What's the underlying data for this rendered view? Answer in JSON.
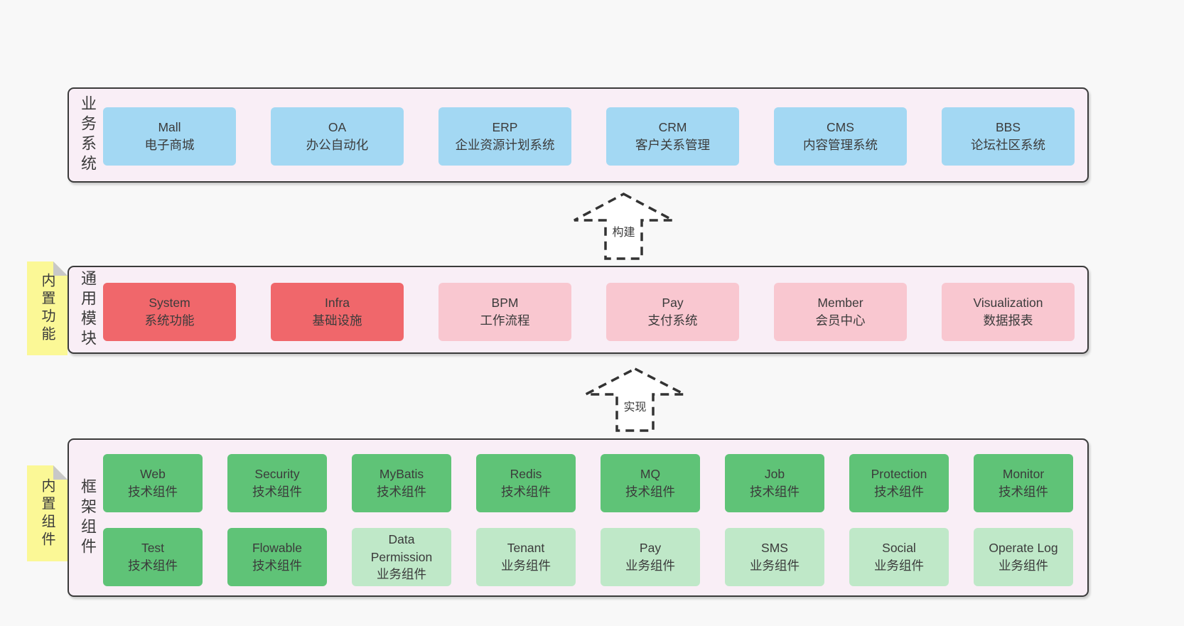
{
  "colors": {
    "page_bg": "#f8f8f8",
    "panel_bg": "#f9eef6",
    "panel_border": "#3b3b3b",
    "blue_box": "#a3d8f3",
    "red_box": "#f0676b",
    "pink_box": "#f9c7d0",
    "green_box": "#5fc377",
    "light_green_box": "#bfe8c8",
    "sticky_yellow": "#fbf896",
    "fold_gray": "#c8c8c8",
    "arrow_stroke": "#333333",
    "text": "#3b3b3b"
  },
  "arrows": [
    {
      "label": "构建"
    },
    {
      "label": "实现"
    }
  ],
  "panels": {
    "business": {
      "side_label": "业务系统",
      "boxes": [
        {
          "name": "Mall",
          "desc": "电子商城"
        },
        {
          "name": "OA",
          "desc": "办公自动化"
        },
        {
          "name": "ERP",
          "desc": "企业资源计划系统"
        },
        {
          "name": "CRM",
          "desc": "客户关系管理"
        },
        {
          "name": "CMS",
          "desc": "内容管理系统"
        },
        {
          "name": "BBS",
          "desc": "论坛社区系统"
        }
      ]
    },
    "common": {
      "side_label": "通用模块",
      "tag": "内置功能",
      "boxes": [
        {
          "name": "System",
          "desc": "系统功能"
        },
        {
          "name": "Infra",
          "desc": "基础设施"
        },
        {
          "name": "BPM",
          "desc": "工作流程"
        },
        {
          "name": "Pay",
          "desc": "支付系统"
        },
        {
          "name": "Member",
          "desc": "会员中心"
        },
        {
          "name": "Visualization",
          "desc": "数据报表"
        }
      ]
    },
    "framework": {
      "side_label": "框架组件",
      "tag": "内置组件",
      "rows": [
        [
          {
            "name": "Web",
            "desc": "技术组件"
          },
          {
            "name": "Security",
            "desc": "技术组件"
          },
          {
            "name": "MyBatis",
            "desc": "技术组件"
          },
          {
            "name": "Redis",
            "desc": "技术组件"
          },
          {
            "name": "MQ",
            "desc": "技术组件"
          },
          {
            "name": "Job",
            "desc": "技术组件"
          },
          {
            "name": "Protection",
            "desc": "技术组件"
          },
          {
            "name": "Monitor",
            "desc": "技术组件"
          }
        ],
        [
          {
            "name": "Test",
            "desc": "技术组件"
          },
          {
            "name": "Flowable",
            "desc": "技术组件"
          },
          {
            "name": "Data Permission",
            "desc": "业务组件"
          },
          {
            "name": "Tenant",
            "desc": "业务组件"
          },
          {
            "name": "Pay",
            "desc": "业务组件"
          },
          {
            "name": "SMS",
            "desc": "业务组件"
          },
          {
            "name": "Social",
            "desc": "业务组件"
          },
          {
            "name": "Operate Log",
            "desc": "业务组件"
          }
        ]
      ]
    }
  }
}
